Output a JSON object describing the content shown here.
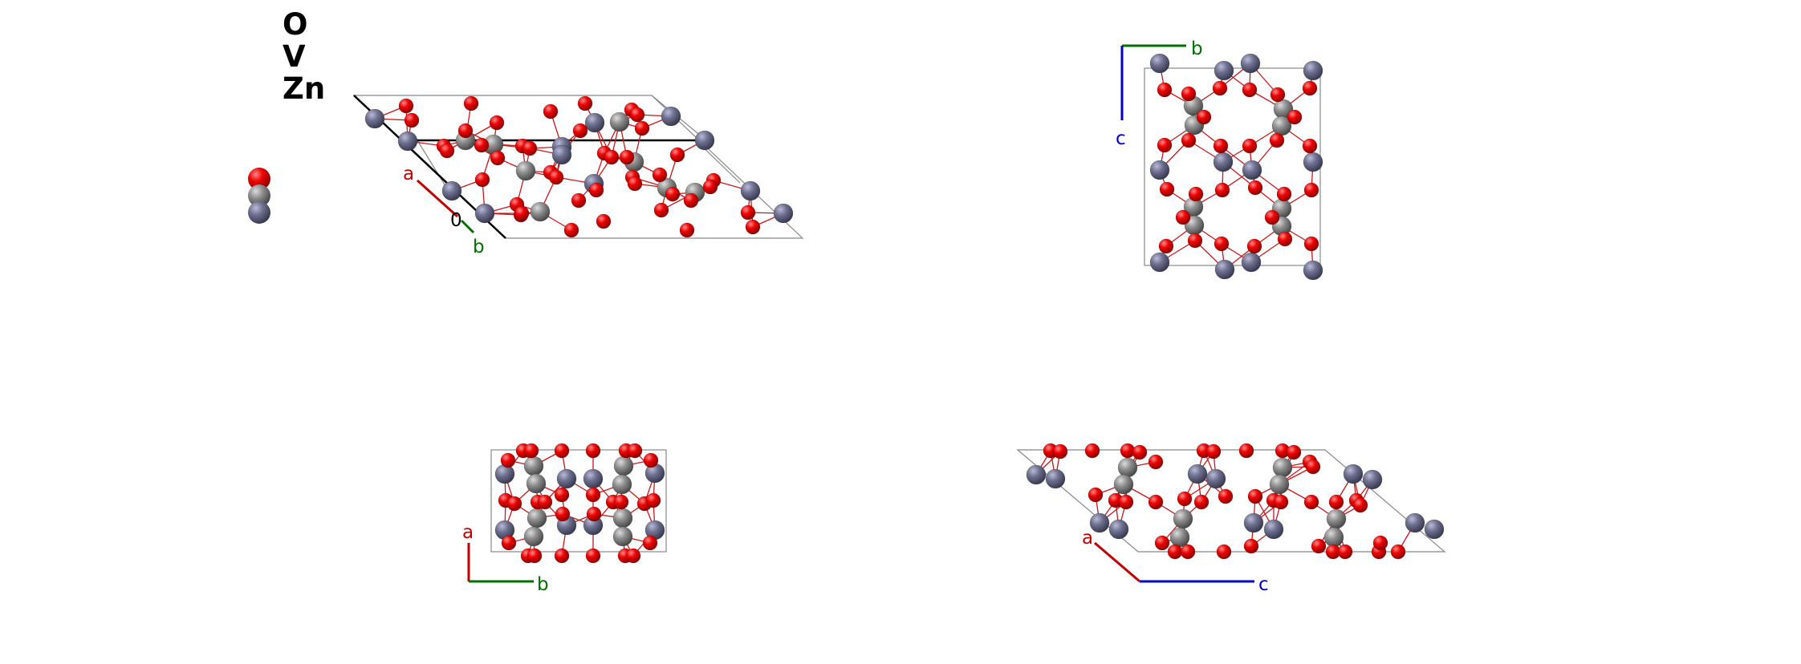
{
  "legend": {
    "items": [
      {
        "label": "O",
        "element": "O",
        "color": "#e80000"
      },
      {
        "label": "V",
        "element": "V",
        "color": "#8c8c8c"
      },
      {
        "label": "Zn",
        "element": "Zn",
        "color": "#6e708f"
      }
    ]
  },
  "colors": {
    "O": "#e80000",
    "V": "#8c8c8c",
    "Zn": "#6e708f",
    "bond": "#c81818",
    "cell_edge": "#888888",
    "axis_a": "#c00000",
    "axis_b": "#007000",
    "axis_c": "#0000c8",
    "axis_main": "#000000"
  },
  "panels": [
    {
      "name": "panel-perspective",
      "axes": [
        {
          "key": "a",
          "label": "a"
        },
        {
          "key": "b",
          "label": "b"
        },
        {
          "key": "origin",
          "label": "0"
        }
      ]
    },
    {
      "name": "panel-view-bc",
      "axes": [
        {
          "key": "b",
          "label": "b"
        },
        {
          "key": "c",
          "label": "c"
        }
      ]
    },
    {
      "name": "panel-view-ab",
      "axes": [
        {
          "key": "a",
          "label": "a"
        },
        {
          "key": "b",
          "label": "b"
        }
      ]
    },
    {
      "name": "panel-view-ac",
      "axes": [
        {
          "key": "a",
          "label": "a"
        },
        {
          "key": "c",
          "label": "c"
        }
      ]
    }
  ]
}
